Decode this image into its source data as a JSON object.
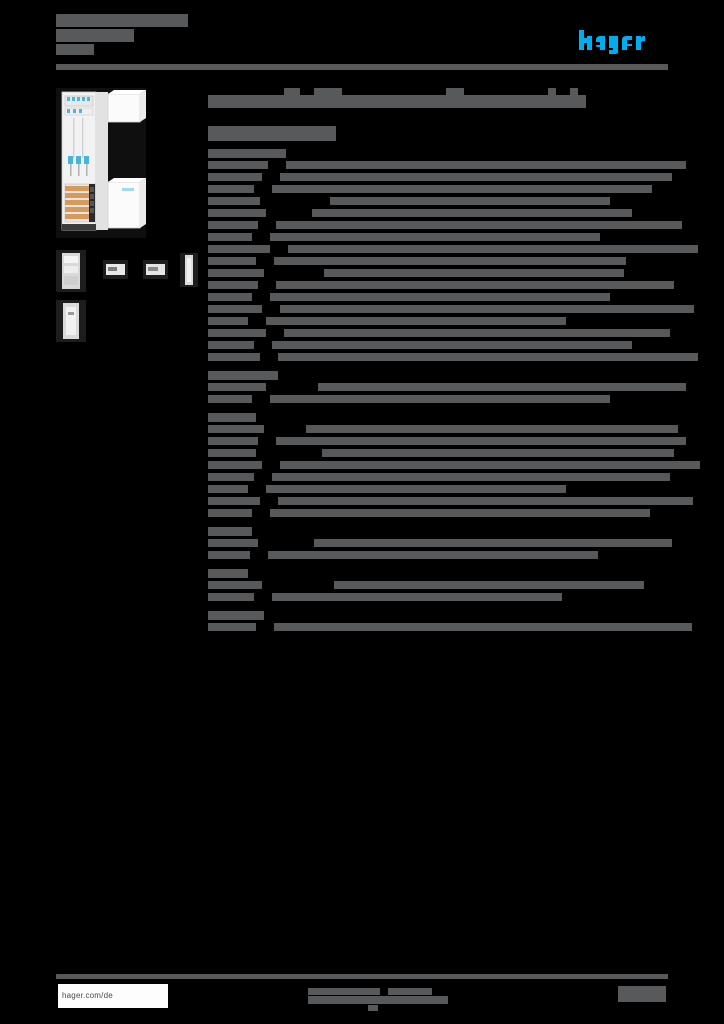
{
  "document": {
    "kind": "product-datasheet",
    "brand": "hager",
    "brand_color": "#00aeef",
    "redaction_color": "#58595a",
    "page_background": "#000000",
    "header": {
      "title_redacted": true,
      "title_line_count": 3,
      "logo_name": "hager-logo",
      "logo_text": "hager"
    },
    "left_column": {
      "hero_image_name": "product-photo-distribution-cabinet",
      "hero_image_alt": "Hager electrical distribution cabinet, open door, with wiring and terminal blocks",
      "thumbnails": [
        {
          "name": "thumbnail-1",
          "alt": "product front view"
        },
        {
          "name": "thumbnail-2",
          "alt": "product label detail"
        },
        {
          "name": "thumbnail-3",
          "alt": "product label detail"
        },
        {
          "name": "thumbnail-4",
          "alt": "product side view"
        },
        {
          "name": "thumbnail-5",
          "alt": "product installed view"
        }
      ]
    },
    "main": {
      "page_title_redacted": true,
      "subtitle_redacted": true,
      "groups": [
        {
          "name": "spec-group-1",
          "heading_width": 78,
          "rows": [
            {
              "label_w": 60,
              "value_x": 18,
              "value_w": 400,
              "h": 12
            },
            {
              "label_w": 54,
              "value_x": 18,
              "value_w": 392,
              "h": 12
            },
            {
              "label_w": 46,
              "value_x": 18,
              "value_w": 380,
              "h": 12
            },
            {
              "label_w": 52,
              "value_x": 70,
              "value_w": 280,
              "h": 12
            },
            {
              "label_w": 58,
              "value_x": 46,
              "value_w": 320,
              "h": 12
            },
            {
              "label_w": 50,
              "value_x": 18,
              "value_w": 406,
              "h": 12
            },
            {
              "label_w": 44,
              "value_x": 18,
              "value_w": 330,
              "h": 12
            },
            {
              "label_w": 62,
              "value_x": 18,
              "value_w": 410,
              "h": 12
            },
            {
              "label_w": 48,
              "value_x": 18,
              "value_w": 352,
              "h": 12
            },
            {
              "label_w": 56,
              "value_x": 60,
              "value_w": 300,
              "h": 12
            },
            {
              "label_w": 50,
              "value_x": 18,
              "value_w": 398,
              "h": 12
            },
            {
              "label_w": 44,
              "value_x": 18,
              "value_w": 340,
              "h": 12
            },
            {
              "label_w": 54,
              "value_x": 18,
              "value_w": 414,
              "h": 12
            },
            {
              "label_w": 40,
              "value_x": 18,
              "value_w": 300,
              "h": 12
            },
            {
              "label_w": 58,
              "value_x": 18,
              "value_w": 386,
              "h": 12
            },
            {
              "label_w": 46,
              "value_x": 18,
              "value_w": 360,
              "h": 12
            },
            {
              "label_w": 52,
              "value_x": 18,
              "value_w": 420,
              "h": 12
            }
          ]
        },
        {
          "name": "spec-group-2",
          "heading_width": 70,
          "rows": [
            {
              "label_w": 58,
              "value_x": 52,
              "value_w": 368,
              "h": 12
            },
            {
              "label_w": 44,
              "value_x": 18,
              "value_w": 340,
              "h": 12
            }
          ]
        },
        {
          "name": "spec-group-3",
          "heading_width": 48,
          "rows": [
            {
              "label_w": 56,
              "value_x": 42,
              "value_w": 372,
              "h": 12
            },
            {
              "label_w": 50,
              "value_x": 18,
              "value_w": 410,
              "h": 12
            },
            {
              "label_w": 48,
              "value_x": 66,
              "value_w": 352,
              "h": 12
            },
            {
              "label_w": 54,
              "value_x": 18,
              "value_w": 420,
              "h": 12
            },
            {
              "label_w": 46,
              "value_x": 18,
              "value_w": 398,
              "h": 12
            },
            {
              "label_w": 40,
              "value_x": 18,
              "value_w": 300,
              "h": 12
            },
            {
              "label_w": 52,
              "value_x": 18,
              "value_w": 415,
              "h": 12
            },
            {
              "label_w": 44,
              "value_x": 18,
              "value_w": 380,
              "h": 12
            }
          ]
        },
        {
          "name": "spec-group-4",
          "heading_width": 44,
          "rows": [
            {
              "label_w": 50,
              "value_x": 56,
              "value_w": 358,
              "h": 12
            },
            {
              "label_w": 42,
              "value_x": 18,
              "value_w": 330,
              "h": 12
            }
          ]
        },
        {
          "name": "spec-group-5",
          "heading_width": 40,
          "rows": [
            {
              "label_w": 54,
              "value_x": 72,
              "value_w": 310,
              "h": 12
            },
            {
              "label_w": 46,
              "value_x": 18,
              "value_w": 290,
              "h": 12
            }
          ]
        },
        {
          "name": "spec-group-6",
          "heading_width": 56,
          "rows": [
            {
              "label_w": 48,
              "value_x": 18,
              "value_w": 418,
              "h": 12
            }
          ]
        }
      ]
    },
    "footer": {
      "url": "hager.com/de",
      "center_redacted": true,
      "right_redacted": true
    }
  }
}
